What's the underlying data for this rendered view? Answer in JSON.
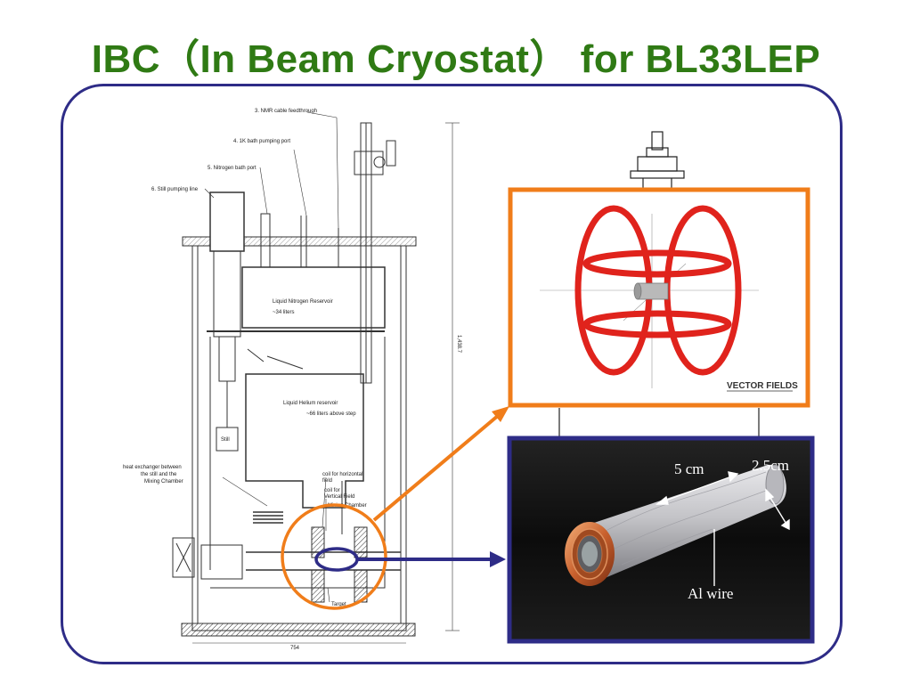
{
  "title": "IBC（In Beam Cryostat） for BL33LEP",
  "drawing": {
    "labels": {
      "nmr": "3. NMR cable feedthrough",
      "bath_1k": "4. 1K bath pumping port",
      "nitrogen_port": "5. Nitrogen bath port",
      "still_line": "6. Still pumping line",
      "ln2_reservoir": "Liquid Nitrogen Reservoir",
      "ln2_volume": "~34 liters",
      "he_reservoir": "Liquid Helium reservoir",
      "he_volume": "~66 liters above step",
      "still": "Still",
      "heat_exchanger_1": "heat exchanger between",
      "heat_exchanger_2": "the still and the",
      "heat_exchanger_3": "Mixing Chamber",
      "coil_h_1": "coil for horizontal",
      "coil_h_2": "field",
      "coil_v_1": "coil for",
      "coil_v_2": "Vertical Field",
      "mixing": "Mixing Chamber",
      "target": "Target",
      "height_dim": "1,438.7",
      "width_dim": "754"
    }
  },
  "coil_panel": {
    "brand": "VECTOR FIELDS",
    "colors": {
      "coil": "#e0231c",
      "border": "#f07d1a"
    }
  },
  "photo_panel": {
    "length_label": "5 cm",
    "diameter_label": "2.5cm",
    "wire_label": "Al wire",
    "colors": {
      "border": "#2e2c87"
    }
  },
  "colors": {
    "title": "#2f7a14",
    "frame": "#2e2c87",
    "arrow_orange": "#f07d1a",
    "arrow_navy": "#2e2c87"
  }
}
